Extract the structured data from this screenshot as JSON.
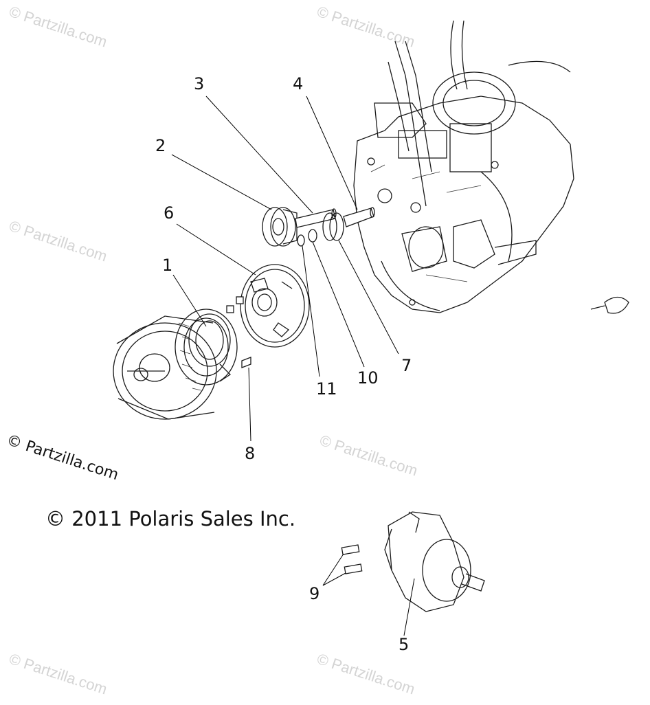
{
  "watermark": "© Partzilla.com",
  "copyright": "© 2011 Polaris Sales Inc.",
  "callouts": {
    "c1": "1",
    "c2": "2",
    "c3": "3",
    "c4": "4",
    "c5": "5",
    "c6": "6",
    "c7": "7",
    "c8": "8",
    "c9": "9",
    "c10": "10",
    "c11": "11"
  }
}
